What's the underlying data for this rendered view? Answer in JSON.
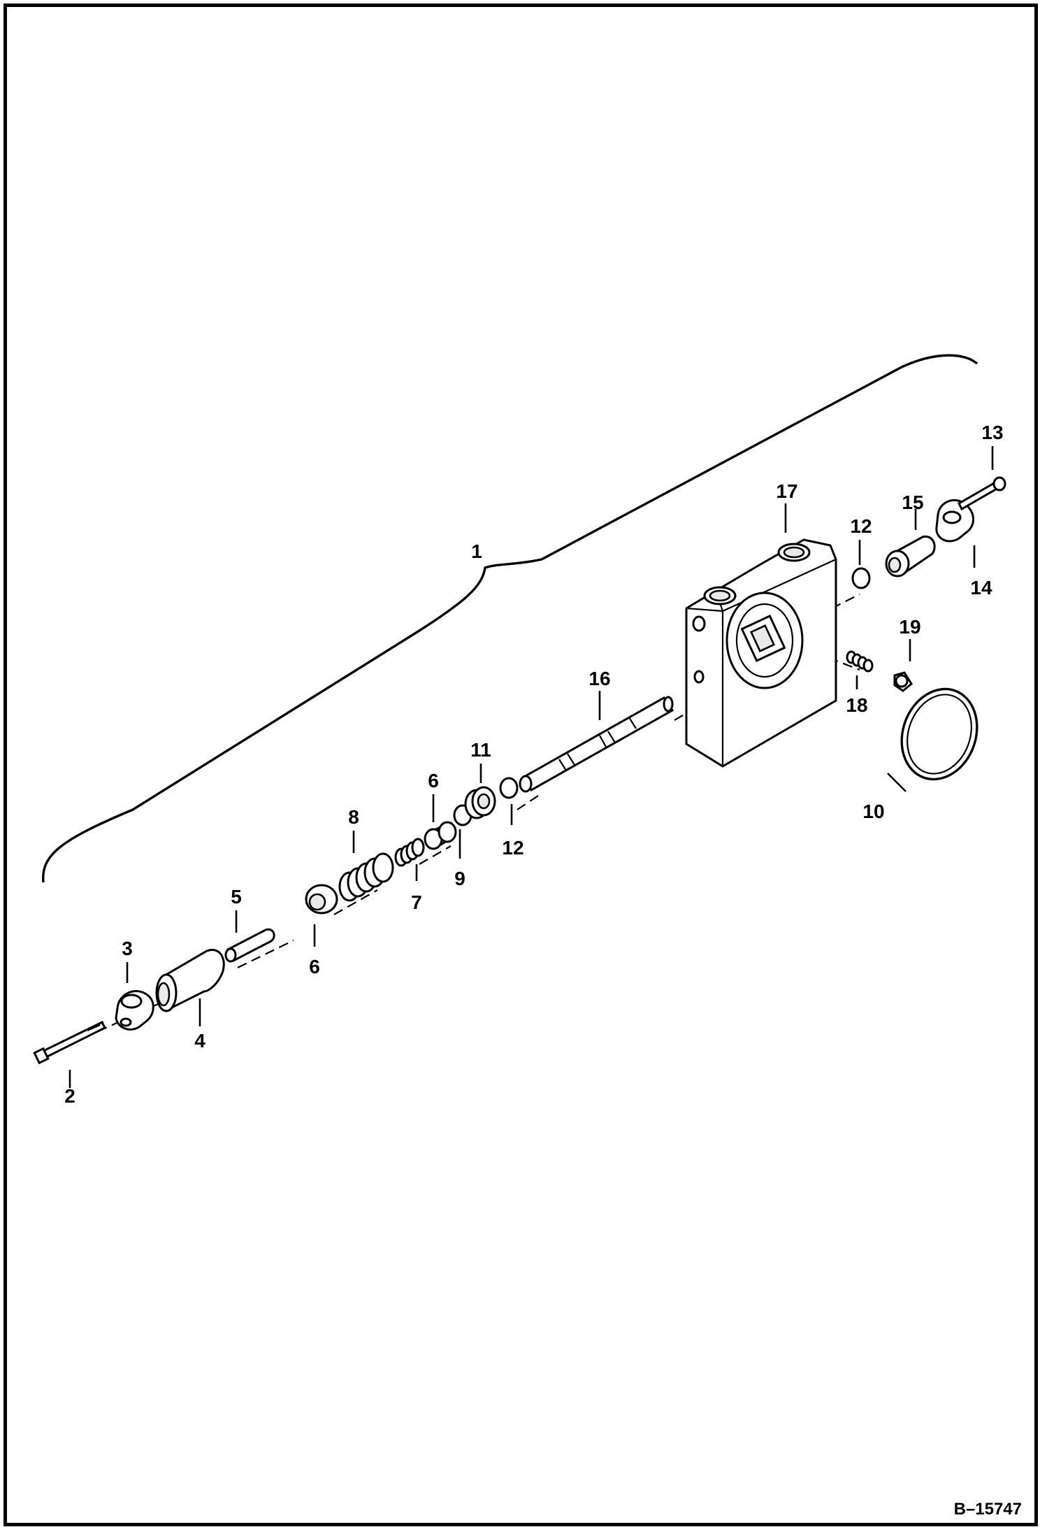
{
  "drawing": {
    "reference": "B–15747",
    "callouts": [
      {
        "id": "c1",
        "text": "1"
      },
      {
        "id": "c2",
        "text": "2"
      },
      {
        "id": "c3",
        "text": "3"
      },
      {
        "id": "c4",
        "text": "4"
      },
      {
        "id": "c5",
        "text": "5"
      },
      {
        "id": "c6a",
        "text": "6"
      },
      {
        "id": "c6b",
        "text": "6"
      },
      {
        "id": "c7",
        "text": "7"
      },
      {
        "id": "c8",
        "text": "8"
      },
      {
        "id": "c9",
        "text": "9"
      },
      {
        "id": "c10",
        "text": "10"
      },
      {
        "id": "c11",
        "text": "11"
      },
      {
        "id": "c12a",
        "text": "12"
      },
      {
        "id": "c12b",
        "text": "12"
      },
      {
        "id": "c13",
        "text": "13"
      },
      {
        "id": "c14",
        "text": "14"
      },
      {
        "id": "c15",
        "text": "15"
      },
      {
        "id": "c16",
        "text": "16"
      },
      {
        "id": "c17",
        "text": "17"
      },
      {
        "id": "c18",
        "text": "18"
      },
      {
        "id": "c19",
        "text": "19"
      }
    ]
  }
}
